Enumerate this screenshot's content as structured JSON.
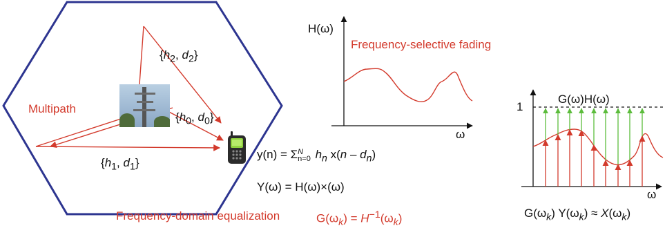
{
  "colors": {
    "hexagon": "#2d3590",
    "red": "#d33a2c",
    "green": "#5cbc3c",
    "text": "#111111"
  },
  "labels": {
    "multipath": "Multipath",
    "h2d2_prefix": "{",
    "h2": "h",
    "h2_sub": "2",
    "h2_comma": ", ",
    "d2": "d",
    "d2_sub": "2",
    "h2d2_close": "}",
    "h0d0_prefix": "{",
    "h0": "h",
    "h0_sub": "0",
    "h0_comma": ", ",
    "d0": "d",
    "d0_sub": "0",
    "h0d0_close": "}",
    "h1d1_prefix": "{",
    "h1": "h",
    "h1_sub": "1",
    "h1_comma": ", ",
    "d1": "d",
    "d1_sub": "1",
    "h1d1_close": "}"
  },
  "equations": {
    "yn_lhs": "y(n) = ",
    "yn_sum": "Σ",
    "yn_sum_sup": "N",
    "yn_sum_sub": "n=0",
    "yn_h": " h",
    "yn_h_sub": "n",
    "yn_x": " x(",
    "yn_n": "n",
    "yn_minus": " – ",
    "yn_d": "d",
    "yn_d_sub": "n",
    "yn_close": ")",
    "Yw": "Y(ω) = H(ω)×(ω)"
  },
  "fading_plot": {
    "ylabel": "H(ω)",
    "title": "Frequency-selective fading",
    "xlabel": "ω"
  },
  "eq_plot": {
    "ylabel": "G(ω)H(ω)",
    "level_label": "1",
    "xlabel": "ω",
    "caption_G": "G(ω",
    "caption_k1": "k",
    "caption_mid": ") Y(ω",
    "caption_k2": "k",
    "caption_approx": ") ≈ ",
    "caption_X": "X",
    "caption_open": "(ω",
    "caption_k3": "k",
    "caption_close": ")"
  },
  "footer": {
    "fde": "Frequency-domain equalization",
    "G": "G(ω",
    "G_k": "k",
    "G_eq": ") = ",
    "Hinv": "H",
    "Hinv_sup": "−1",
    "Hinv_open": "(ω",
    "Hinv_k": "k",
    "Hinv_close": ")"
  }
}
